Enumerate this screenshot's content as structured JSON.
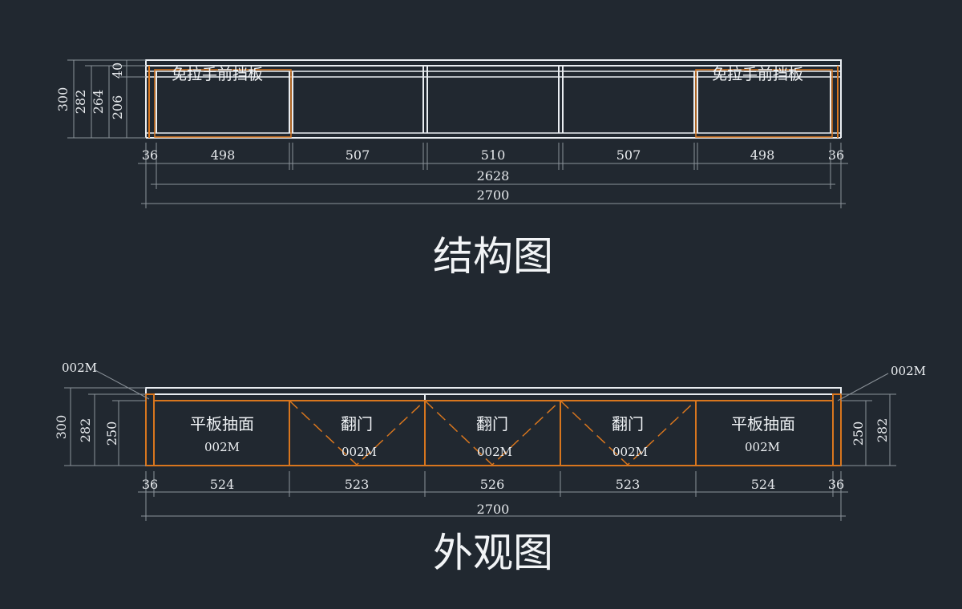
{
  "structure": {
    "title": "结构图",
    "handle_label": "免拉手前挡板",
    "vertical_dims": [
      "300",
      "282",
      "264",
      "206",
      "40"
    ],
    "horizontal_dims": [
      "36",
      "498",
      "507",
      "510",
      "507",
      "498",
      "36"
    ],
    "inner_total": "2628",
    "total": "2700"
  },
  "exterior": {
    "title": "外观图",
    "side_left_code": "002M",
    "side_right_code": "002M",
    "left_dims": [
      "300",
      "282",
      "250"
    ],
    "right_dims": [
      "250",
      "282"
    ],
    "panels": [
      {
        "label": "平板抽面",
        "code": "002M"
      },
      {
        "label": "翻门",
        "code": "002M"
      },
      {
        "label": "翻门",
        "code": "002M"
      },
      {
        "label": "翻门",
        "code": "002M"
      },
      {
        "label": "平板抽面",
        "code": "002M"
      }
    ],
    "horizontal_dims": [
      "36",
      "524",
      "523",
      "526",
      "523",
      "524",
      "36"
    ],
    "total": "2700"
  },
  "colors": {
    "background": "#212830",
    "line_white": "#e9edf1",
    "line_orange": "#d8761e"
  }
}
